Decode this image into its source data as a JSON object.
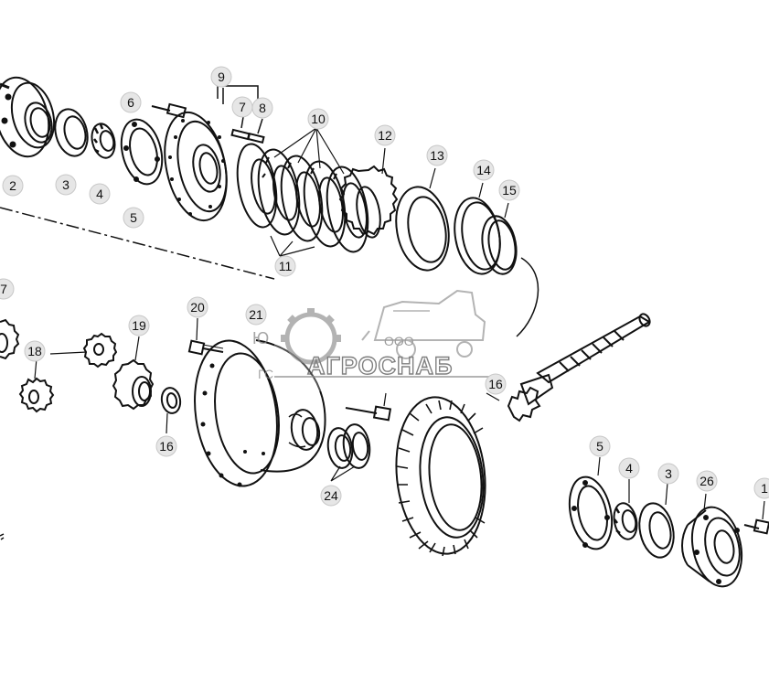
{
  "diagram": {
    "part_labels": [
      "9",
      "6",
      "7",
      "8",
      "10",
      "12",
      "13",
      "14",
      "15",
      "2",
      "3",
      "4",
      "5",
      "11",
      "7",
      "19",
      "18",
      "20",
      "21",
      "16",
      "24",
      "16",
      "5",
      "4",
      "3",
      "26",
      "1"
    ]
  },
  "watermark": {
    "prefix": "ООО",
    "name": "АГРОСНАБ",
    "partial_text_1": "Ю",
    "partial_text_2": "ГС"
  },
  "colors": {
    "line": "#111111",
    "label_circle_fill": "#e6e6e6",
    "watermark": "#9a9a9a"
  }
}
